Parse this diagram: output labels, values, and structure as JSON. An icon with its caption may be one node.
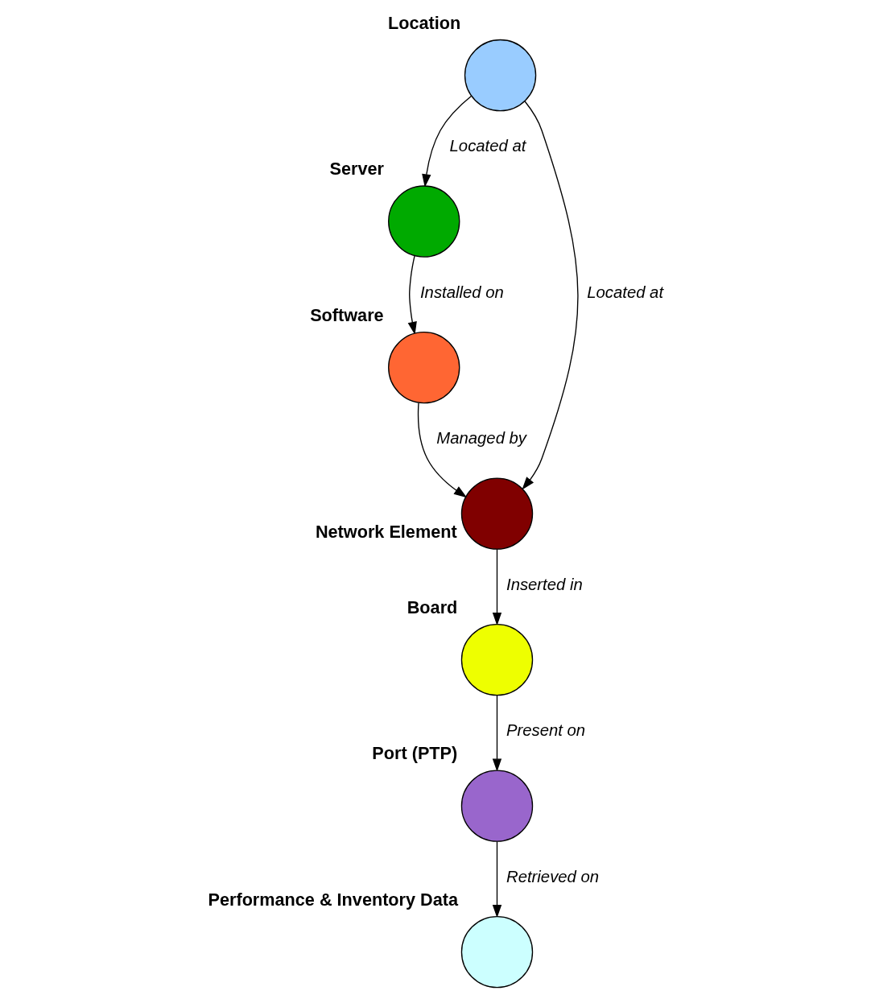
{
  "diagram": {
    "nodes": [
      {
        "text": [
          "Location"
        ]
      },
      {
        "text": [
          "Server"
        ]
      },
      {
        "text": [
          "Software"
        ]
      },
      {
        "text": [
          "Network Element"
        ]
      },
      {
        "text": [
          "Board"
        ]
      },
      {
        "text": [
          "Port (PTP)"
        ]
      },
      {
        "text": [
          "Performance & Inventory Data"
        ]
      }
    ],
    "edges": [
      {
        "from": 0,
        "to": 1,
        "arrow": "to",
        "label": "Located at"
      },
      {
        "from": 0,
        "to": 3,
        "arrow": "to",
        "label": "Located at"
      },
      {
        "from": 1,
        "to": 2,
        "arrow": "to",
        "label": "Installed on"
      },
      {
        "from": 2,
        "to": 3,
        "arrow": "to",
        "label": "Managed by"
      },
      {
        "from": 3,
        "to": 4,
        "arrow": "to",
        "label": "Inserted in"
      },
      {
        "from": 4,
        "to": 5,
        "arrow": "to",
        "label": "Present on"
      },
      {
        "from": 5,
        "to": 6,
        "arrow": "to",
        "label": "Retrieved on"
      }
    ]
  }
}
